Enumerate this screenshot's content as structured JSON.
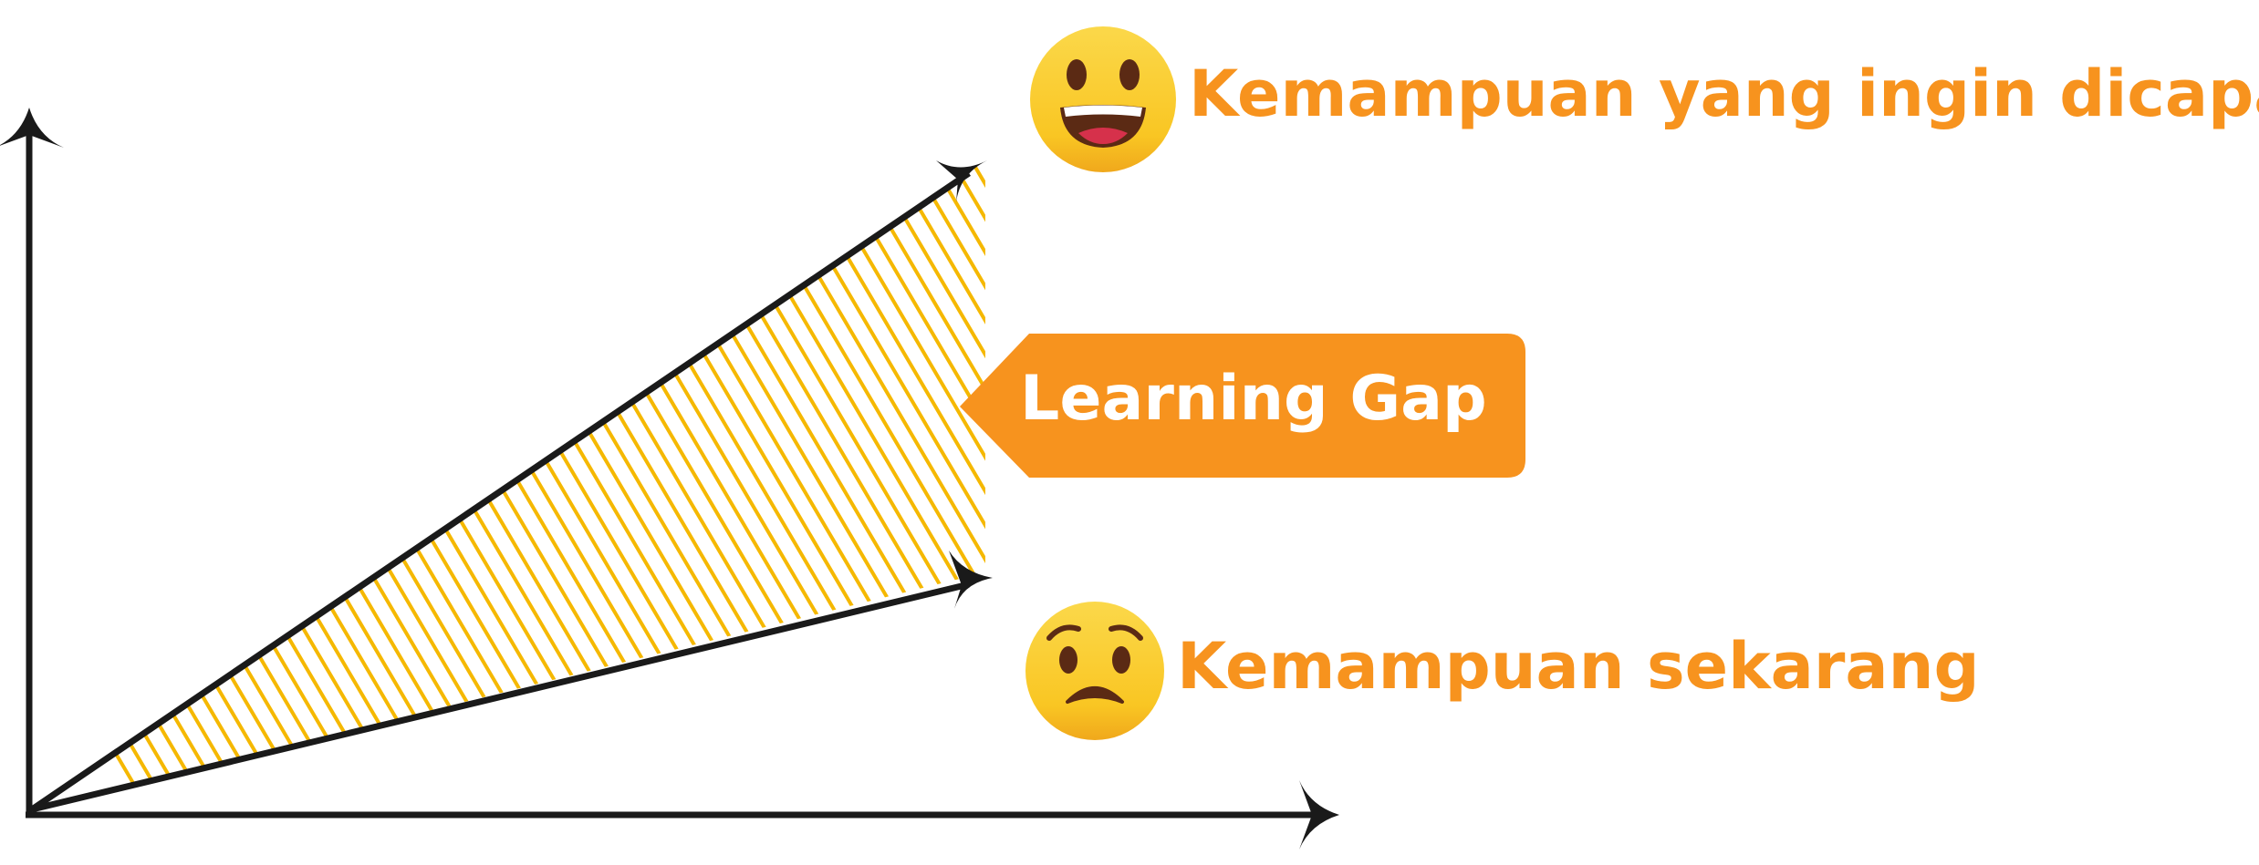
{
  "labels": {
    "target": "Kemampuan yang ingin dicapai",
    "current": "Kemampuan sekarang",
    "gap": "Learning Gap"
  },
  "emojis": {
    "target": "grinning-face-icon",
    "current": "worried-face-icon"
  },
  "colors": {
    "accent": "#F7931E",
    "hatch": "#F5B800",
    "axis": "#1A1A1A",
    "emoji_face": "#F9C623",
    "emoji_features": "#5B2A14",
    "callout_text": "#FFFFFF"
  }
}
